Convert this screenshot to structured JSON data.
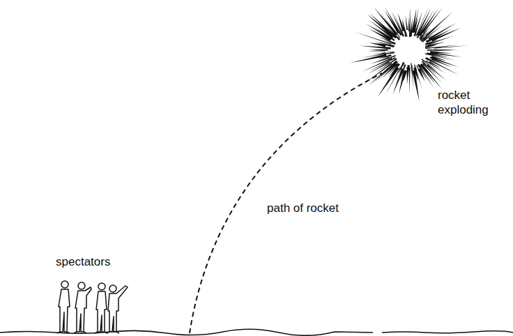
{
  "diagram": {
    "labels": [
      "spectators",
      "path of rocket",
      "rocket exploding"
    ]
  }
}
